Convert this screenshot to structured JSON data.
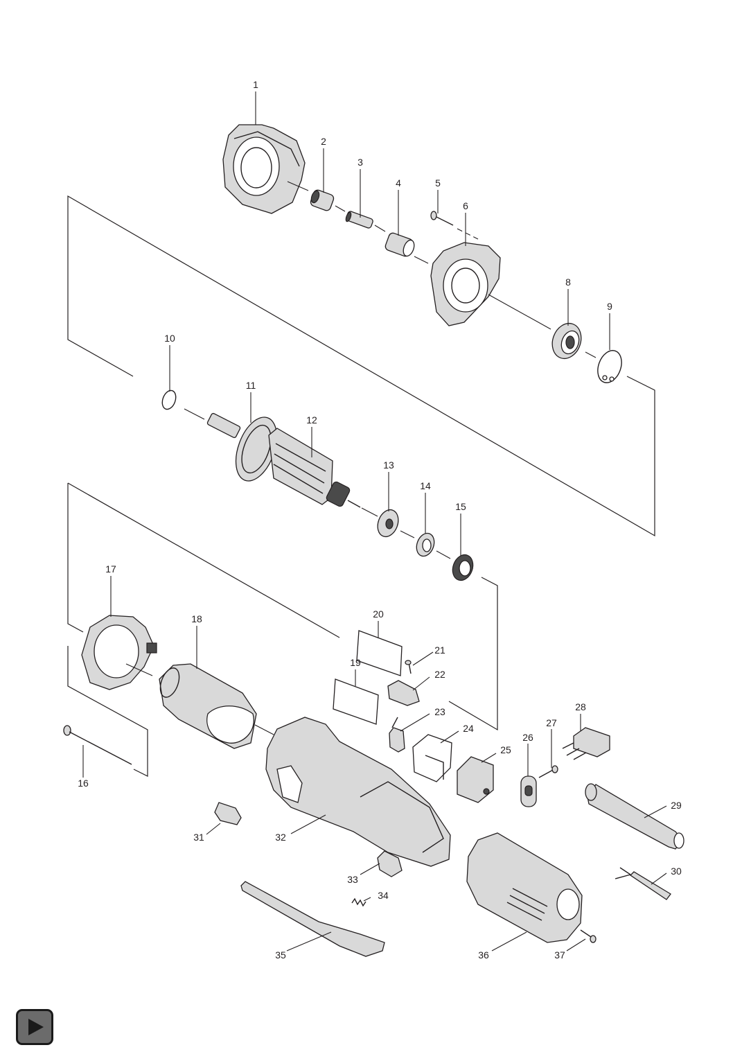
{
  "parts": [
    {
      "id": "1"
    },
    {
      "id": "2"
    },
    {
      "id": "3"
    },
    {
      "id": "4"
    },
    {
      "id": "5"
    },
    {
      "id": "6"
    },
    {
      "id": "8"
    },
    {
      "id": "9"
    },
    {
      "id": "10"
    },
    {
      "id": "11"
    },
    {
      "id": "12"
    },
    {
      "id": "13"
    },
    {
      "id": "14"
    },
    {
      "id": "15"
    },
    {
      "id": "16"
    },
    {
      "id": "17"
    },
    {
      "id": "18"
    },
    {
      "id": "19"
    },
    {
      "id": "20"
    },
    {
      "id": "21"
    },
    {
      "id": "22"
    },
    {
      "id": "23"
    },
    {
      "id": "24"
    },
    {
      "id": "25"
    },
    {
      "id": "26"
    },
    {
      "id": "27"
    },
    {
      "id": "28"
    },
    {
      "id": "29"
    },
    {
      "id": "30"
    },
    {
      "id": "31"
    },
    {
      "id": "32"
    },
    {
      "id": "33"
    },
    {
      "id": "34"
    },
    {
      "id": "35"
    },
    {
      "id": "36"
    },
    {
      "id": "37"
    }
  ],
  "navigation": {
    "next_icon": "play-icon"
  }
}
